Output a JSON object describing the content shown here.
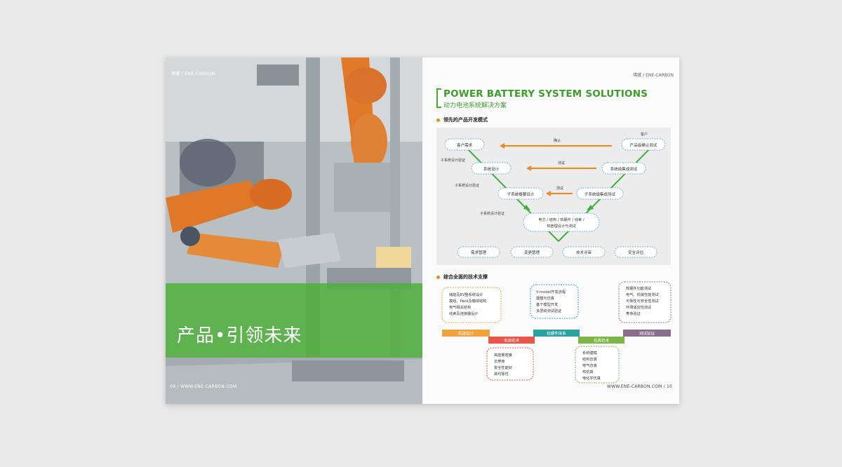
{
  "left_page": {
    "brand_top": "烯碳 / ENE-CARBON",
    "banner_title": "产品•引领未来",
    "footer": "09 / WWW.ENE-CARBON.COM"
  },
  "right_page": {
    "brand_top": "烯碳 / ENE-CARBON",
    "title": "POWER BATTERY SYSTEM SOLUTIONS",
    "subtitle": "动力电池系统解决方案",
    "section1_heading": "领先的产品开发模式",
    "section2_heading": "综合全面的技术支撑",
    "footer": "WWW.ENE-CARBON.COM / 10"
  },
  "vmodel": {
    "left_nodes": [
      "客户需求",
      "系统设计",
      "子系统概要设计"
    ],
    "right_nodes": [
      "产品级确认测试",
      "系统级集成测试",
      "子系统级集成测试"
    ],
    "bottom_node": [
      "电芯 / 结构 / 软硬件 / 线束 /",
      "热管理设计与测试"
    ],
    "arrow_labels": [
      "确认",
      "测试",
      "测试"
    ],
    "side_labels": [
      "子系统设计验证",
      "子系统设计验证",
      "子系统设计验证"
    ],
    "customer_label": "客户",
    "bottom_row": [
      "需求管理",
      "变更管理",
      "技术评审",
      "安全评估"
    ]
  },
  "tech_support": {
    "timeline": [
      {
        "label": "机械设计",
        "color": "#f0a23c"
      },
      {
        "label": "电池技术",
        "color": "#e8564a"
      },
      {
        "label": "软硬件体系",
        "color": "#2aa3a0"
      },
      {
        "label": "仿真技术",
        "color": "#7fb64a"
      },
      {
        "label": "测试验证",
        "color": "#8a6c8c"
      }
    ],
    "boxes": [
      {
        "items": [
          "储能及EV整系统设计",
          "模组、Pack及箱体结构",
          "电气相关结构",
          "线束及连接器设计"
        ]
      },
      {
        "items": [
          "高能量密度",
          "长寿命",
          "安全性能好",
          "高可靠性"
        ]
      },
      {
        "items": [
          "V-model开发流程",
          "建模与仿真",
          "基于模型开发",
          "多层级测试验证"
        ]
      },
      {
        "items": [
          "系统建模",
          "结构仿真",
          "电气仿真",
          "热仿真",
          "电化学仿真"
        ]
      },
      {
        "items": [
          "软硬件功能测试",
          "电气、机械性能测试",
          "可靠性与安全性测试",
          "环境适应性测试",
          "寿命验证"
        ]
      }
    ]
  }
}
